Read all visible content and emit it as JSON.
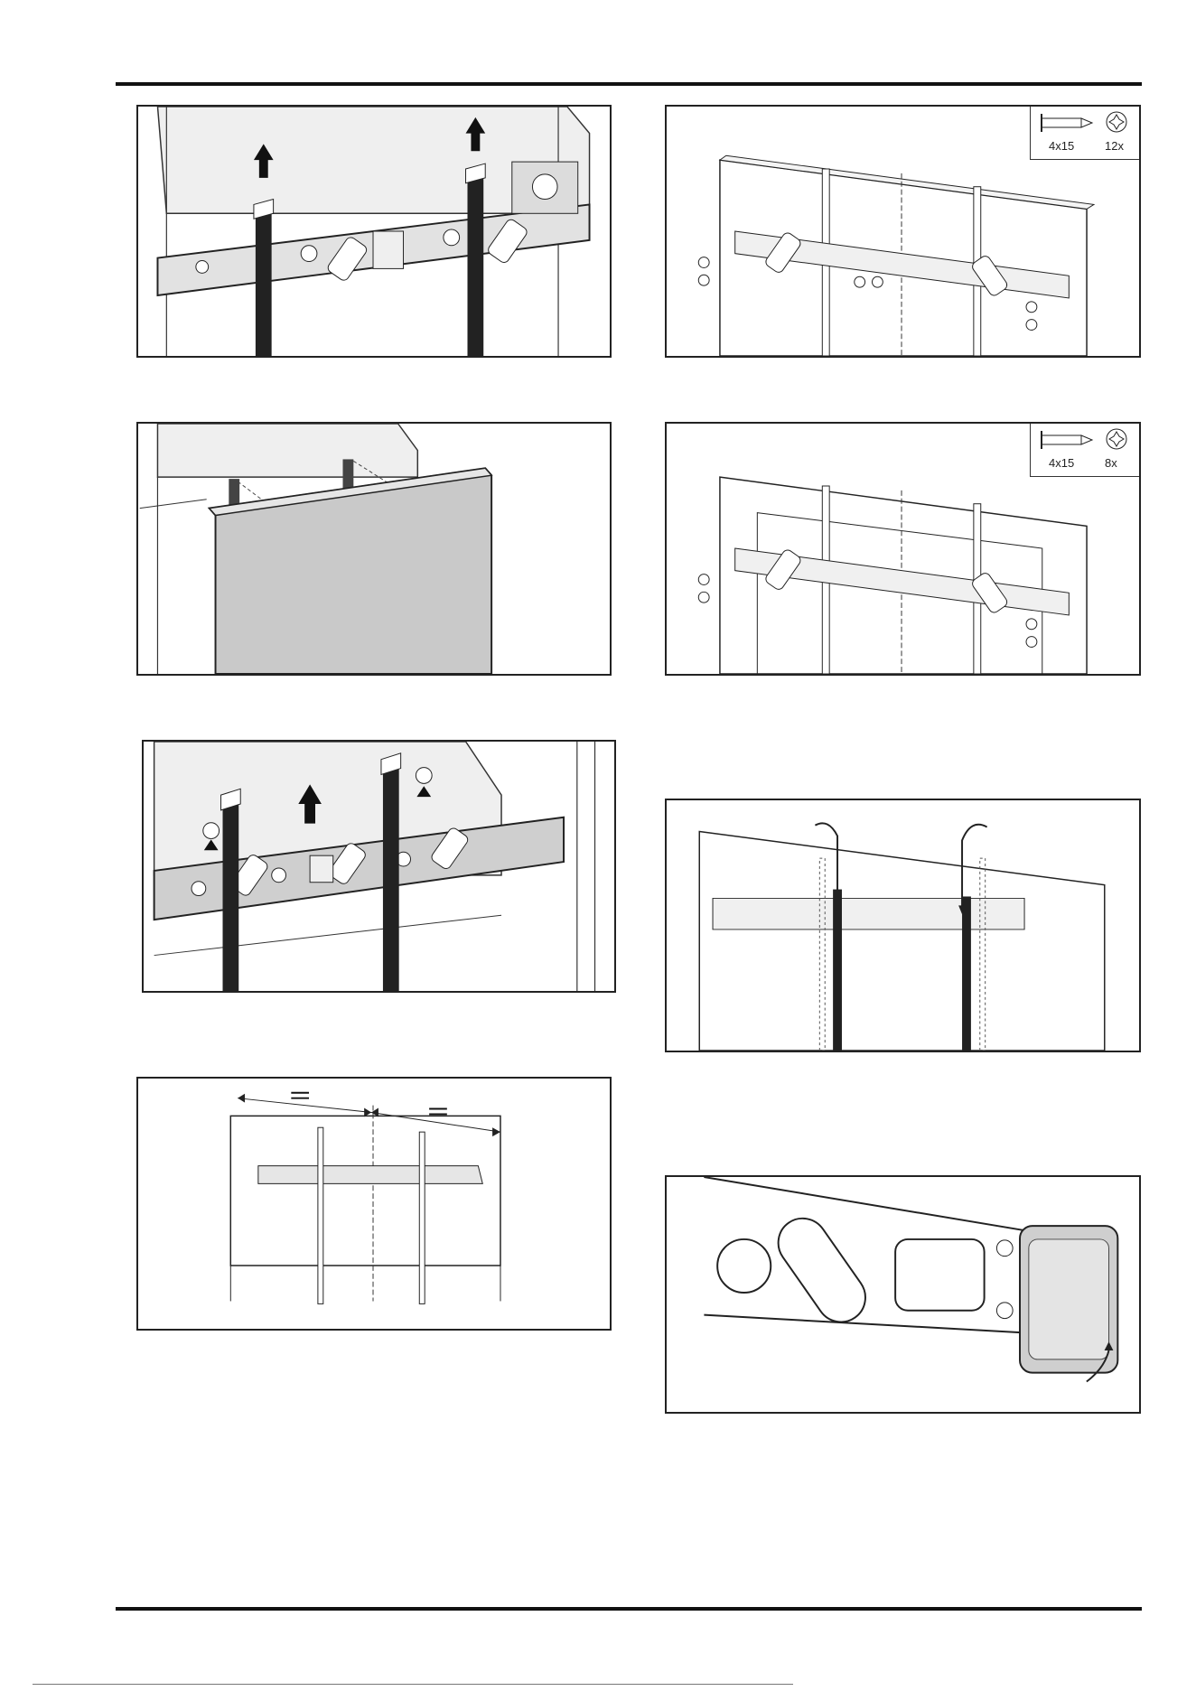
{
  "figures": {
    "fig5": {
      "screw_size": "4x15",
      "screw_qty": "12x"
    },
    "fig6": {
      "screw_size": "4x15",
      "screw_qty": "8x"
    }
  }
}
